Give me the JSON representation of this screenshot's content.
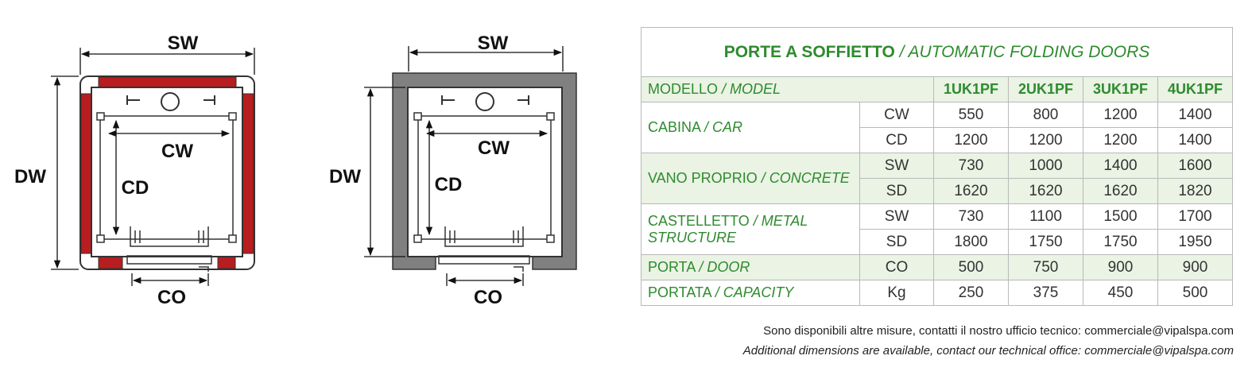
{
  "diagrams": {
    "left": {
      "sw": "SW",
      "dw": "DW",
      "cw": "CW",
      "cd": "CD",
      "co": "CO"
    },
    "right": {
      "sw": "SW",
      "dw": "DW",
      "cw": "CW",
      "cd": "CD",
      "co": "CO"
    }
  },
  "colors": {
    "metal_frame": "#b81d1f",
    "concrete_shaft": "#808080",
    "green_text": "#2e8b2e",
    "green_row": "#eaf3e4"
  },
  "table": {
    "title_it": "PORTE A SOFFIETTO",
    "title_en": "/ AUTOMATIC FOLDING DOORS",
    "header": {
      "label_it": "MODELLO",
      "label_en": "/ MODEL",
      "models": [
        "1UK1PF",
        "2UK1PF",
        "3UK1PF",
        "4UK1PF"
      ]
    },
    "groups": [
      {
        "label_it": "CABINA",
        "label_en": "/ CAR",
        "rows": [
          {
            "sub": "CW",
            "values": [
              "550",
              "800",
              "1200",
              "1400"
            ]
          },
          {
            "sub": "CD",
            "values": [
              "1200",
              "1200",
              "1200",
              "1400"
            ]
          }
        ]
      },
      {
        "label_it": "VANO PROPRIO",
        "label_en": "/ CONCRETE",
        "rows": [
          {
            "sub": "SW",
            "values": [
              "730",
              "1000",
              "1400",
              "1600"
            ]
          },
          {
            "sub": "SD",
            "values": [
              "1620",
              "1620",
              "1620",
              "1820"
            ]
          }
        ]
      },
      {
        "label_it": "CASTELLETTO",
        "label_en": "/ METAL STRUCTURE",
        "rows": [
          {
            "sub": "SW",
            "values": [
              "730",
              "1100",
              "1500",
              "1700"
            ]
          },
          {
            "sub": "SD",
            "values": [
              "1800",
              "1750",
              "1750",
              "1950"
            ]
          }
        ]
      },
      {
        "label_it": "PORTA",
        "label_en": "/ DOOR",
        "rows": [
          {
            "sub": "CO",
            "values": [
              "500",
              "750",
              "900",
              "900"
            ]
          }
        ]
      },
      {
        "label_it": "PORTATA",
        "label_en": "/ CAPACITY",
        "rows": [
          {
            "sub": "Kg",
            "values": [
              "250",
              "375",
              "450",
              "500"
            ]
          }
        ]
      }
    ]
  },
  "footnote": {
    "it": "Sono disponibili altre misure, contatti il nostro ufficio tecnico: commerciale@vipalspa.com",
    "en": "Additional dimensions are available, contact our technical office: commerciale@vipalspa.com"
  }
}
